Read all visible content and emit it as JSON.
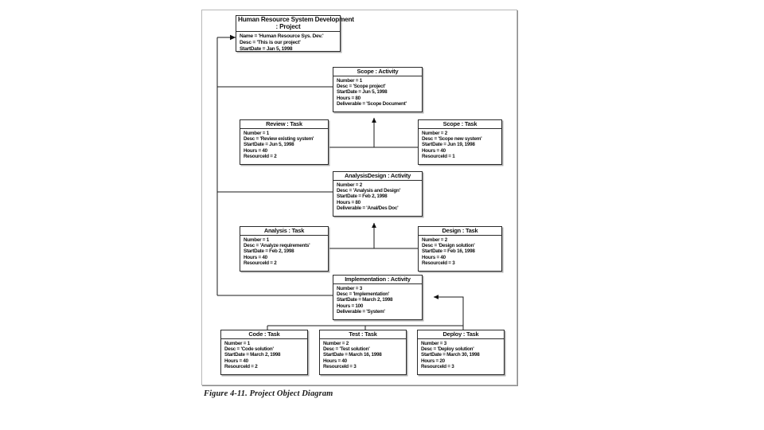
{
  "figure": {
    "caption": "Figure 4-11. Project Object Diagram",
    "frame_color": "#b9b9b9",
    "line_color": "#1a1a1a",
    "box_border_color": "#2b2b2b",
    "background": "#ffffff"
  },
  "diagram": {
    "type": "uml-object-diagram",
    "nodes": [
      {
        "id": "project",
        "name": "Human Resource System Development",
        "classifier": ": Project",
        "attributes": [
          "Name = 'Human Resource Sys. Dev.'",
          "Desc = 'This is our project'",
          "StartDate = Jan 5, 1998"
        ]
      },
      {
        "id": "scope-activity",
        "name": "Scope : Activity",
        "classifier": "",
        "attributes": [
          "Number = 1",
          "Desc = 'Scope project'",
          "StartDate = Jun 5, 1998",
          "Hours = 80",
          "Deliverable = 'Scope Document'"
        ]
      },
      {
        "id": "review-task",
        "name": "Review : Task",
        "classifier": "",
        "attributes": [
          "Number = 1",
          "Desc = 'Review existing system'",
          "StartDate = Jun 5, 1998",
          "Hours = 40",
          "ResourceId = 2"
        ]
      },
      {
        "id": "scope-task",
        "name": "Scope : Task",
        "classifier": "",
        "attributes": [
          "Number = 2",
          "Desc = 'Scope new system'",
          "StartDate = Jun 19, 1998",
          "Hours = 40",
          "ResourceId = 1"
        ]
      },
      {
        "id": "analysisdesign-activity",
        "name": "AnalysisDesign : Activity",
        "classifier": "",
        "attributes": [
          "Number = 2",
          "Desc = 'Analysis and Design'",
          "StartDate = Feb 2, 1998",
          "Hours = 80",
          "Deliverable = 'Anal/Des Doc'"
        ]
      },
      {
        "id": "analysis-task",
        "name": "Analysis : Task",
        "classifier": "",
        "attributes": [
          "Number = 1",
          "Desc = 'Analyze requirements'",
          "StartDate = Feb 2, 1998",
          "Hours = 40",
          "ResourceId = 2"
        ]
      },
      {
        "id": "design-task",
        "name": "Design : Task",
        "classifier": "",
        "attributes": [
          "Number = 2",
          "Desc = 'Design solution'",
          "StartDate = Feb 16, 1998",
          "Hours = 40",
          "ResourceId = 3"
        ]
      },
      {
        "id": "implementation-activity",
        "name": "Implementation : Activity",
        "classifier": "",
        "attributes": [
          "Number = 3",
          "Desc = 'Implementation'",
          "StartDate = March 2, 1998",
          "Hours = 100",
          "Deliverable = 'System'"
        ]
      },
      {
        "id": "code-task",
        "name": "Code : Task",
        "classifier": "",
        "attributes": [
          "Number = 1",
          "Desc = 'Code solution'",
          "StartDate = March 2, 1998",
          "Hours = 40",
          "ResourceId = 2"
        ]
      },
      {
        "id": "test-task",
        "name": "Test : Task",
        "classifier": "",
        "attributes": [
          "Number = 2",
          "Desc = 'Test solution'",
          "StartDate = March 16, 1998",
          "Hours = 40",
          "ResourceId = 3"
        ]
      },
      {
        "id": "deploy-task",
        "name": "Deploy : Task",
        "classifier": "",
        "attributes": [
          "Number = 3",
          "Desc = 'Deploy solution'",
          "StartDate = March 30, 1998",
          "Hours = 20",
          "ResourceId = 3"
        ]
      }
    ],
    "links": [
      {
        "from": "scope-activity",
        "to": "project",
        "arrow": "project"
      },
      {
        "from": "analysisdesign-activity",
        "to": "project",
        "arrow": "project"
      },
      {
        "from": "implementation-activity",
        "to": "project",
        "arrow": "project"
      },
      {
        "from": "review-task",
        "to": "scope-activity",
        "arrow": "activity"
      },
      {
        "from": "scope-task",
        "to": "scope-activity",
        "arrow": "activity"
      },
      {
        "from": "analysis-task",
        "to": "analysisdesign-activity",
        "arrow": "activity"
      },
      {
        "from": "design-task",
        "to": "analysisdesign-activity",
        "arrow": "activity"
      },
      {
        "from": "code-task",
        "to": "implementation-activity",
        "arrow": "activity"
      },
      {
        "from": "test-task",
        "to": "implementation-activity",
        "arrow": "activity"
      },
      {
        "from": "deploy-task",
        "to": "implementation-activity",
        "arrow": "activity"
      }
    ]
  }
}
